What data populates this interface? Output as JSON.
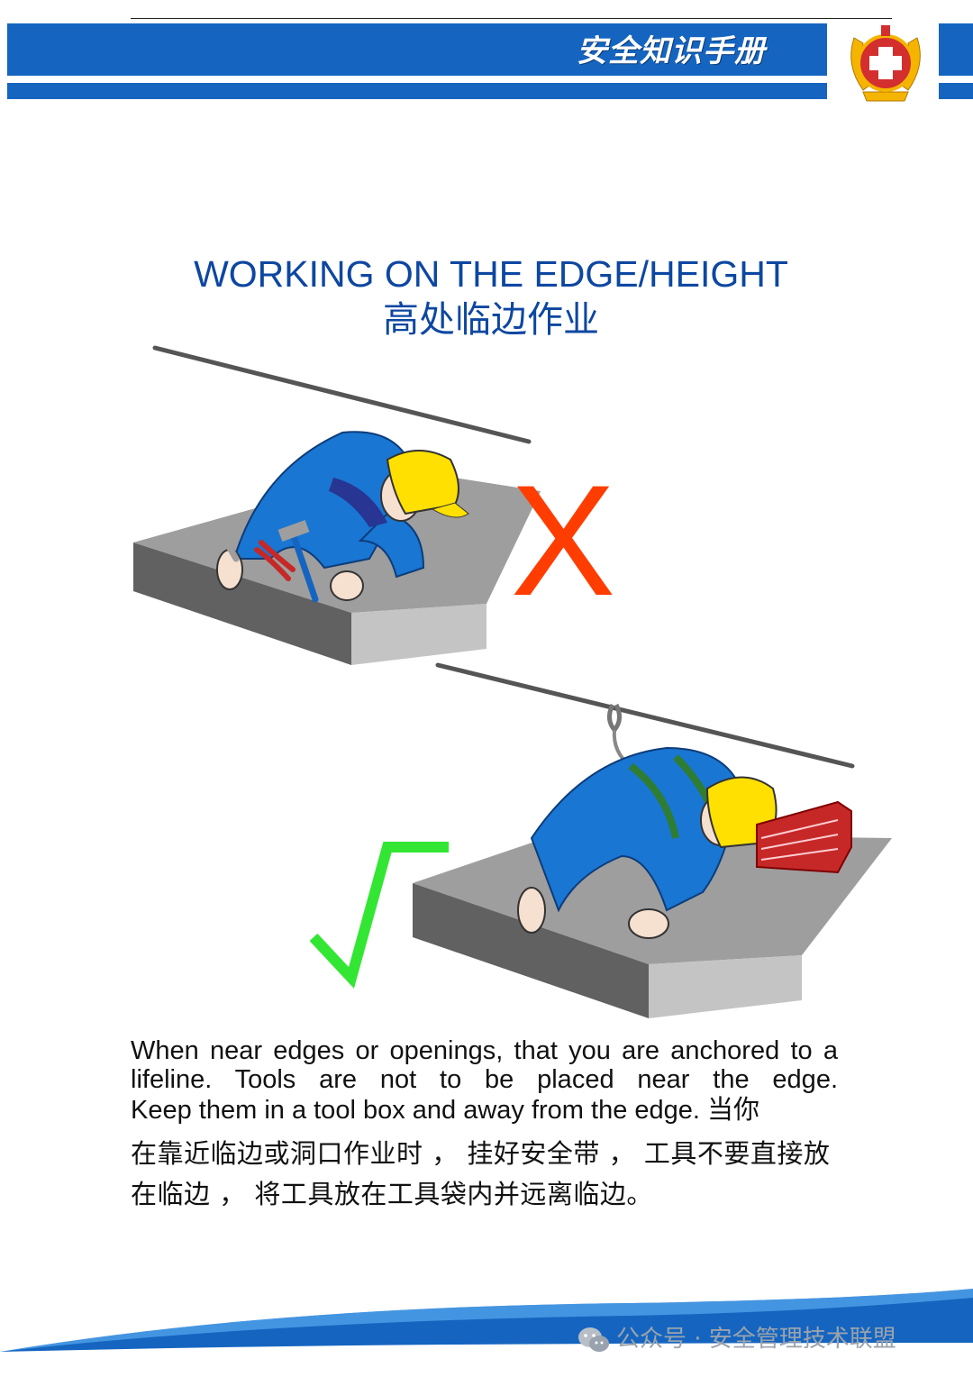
{
  "header": {
    "title": "安全知识手册",
    "emblem_icon": "safety-cross-emblem-icon",
    "colors": {
      "band": "#1565c0",
      "emblem_red": "#d32f2f",
      "emblem_gold": "#f5b400"
    }
  },
  "heading": {
    "english": "WORKING ON THE EDGE/HEIGHT",
    "chinese": "高处临边作业"
  },
  "illustrations": {
    "wrong": {
      "mark": "X",
      "mark_color": "#ff3d00"
    },
    "right": {
      "mark": "√",
      "mark_color": "#33e633"
    }
  },
  "body": {
    "english_line1": "When near edges or openings, that you are anchored to a lifeline. Tools are not to be placed near the edge.",
    "english_line2": "Keep them in a tool box and away from the edge. 当你",
    "chinese": "在靠近临边或洞口作业时 ， 挂好安全带 ， 工具不要直接放在临边 ， 将工具放在工具袋内并远离临边。"
  },
  "footer": {
    "icon": "wechat-icon",
    "text": "公众号 · 安全管理技术联盟"
  }
}
